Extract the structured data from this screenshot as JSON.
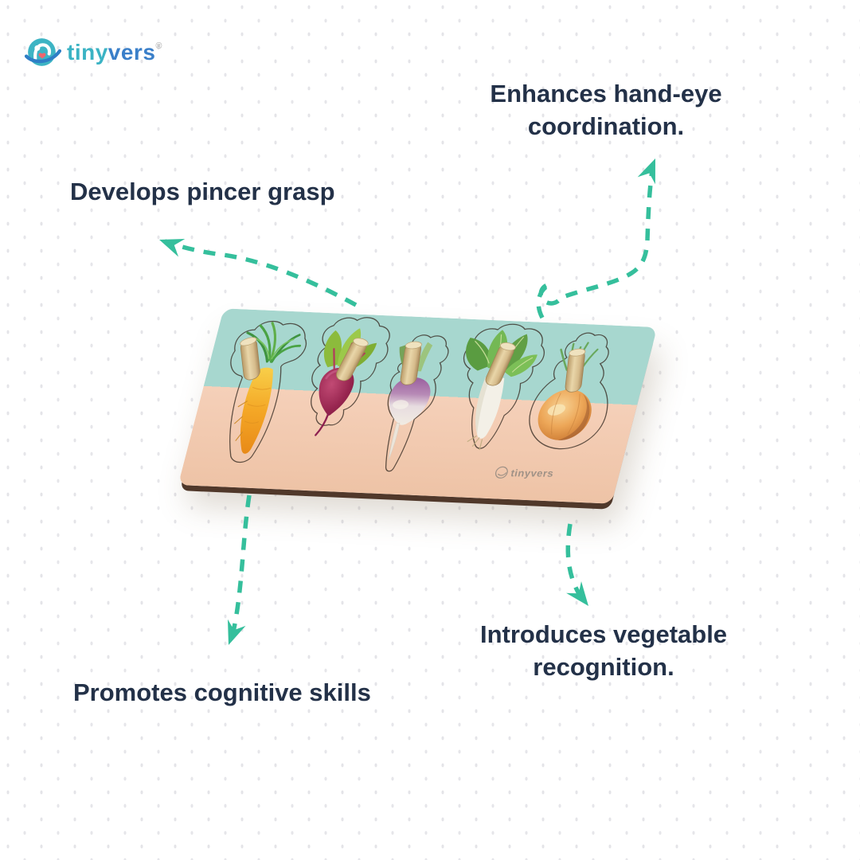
{
  "brand": {
    "logo": {
      "part1": "tiny",
      "part2": "vers",
      "registered": "®"
    },
    "colors": {
      "teal": "#3bb3c4",
      "blue": "#3a7fc9"
    }
  },
  "callouts": {
    "hand_eye": "Enhances hand-eye coordination.",
    "pincer": "Develops pincer grasp",
    "cognitive": "Promotes cognitive skills",
    "recognition": "Introduces vegetable recognition."
  },
  "board": {
    "logo_text": "tinyvers",
    "vegetables": [
      "carrot",
      "beetroot",
      "turnip",
      "radish",
      "onion"
    ],
    "colors": {
      "sky": "#a7d7cf",
      "soil": "#f5d0b9",
      "wood_edge": "#50382a",
      "peg": "#d9bd92"
    }
  },
  "page": {
    "background": "#ffffff",
    "dot_color": "#e4e4e8",
    "arrow_color": "#35bf9c",
    "text_color": "#233148"
  }
}
